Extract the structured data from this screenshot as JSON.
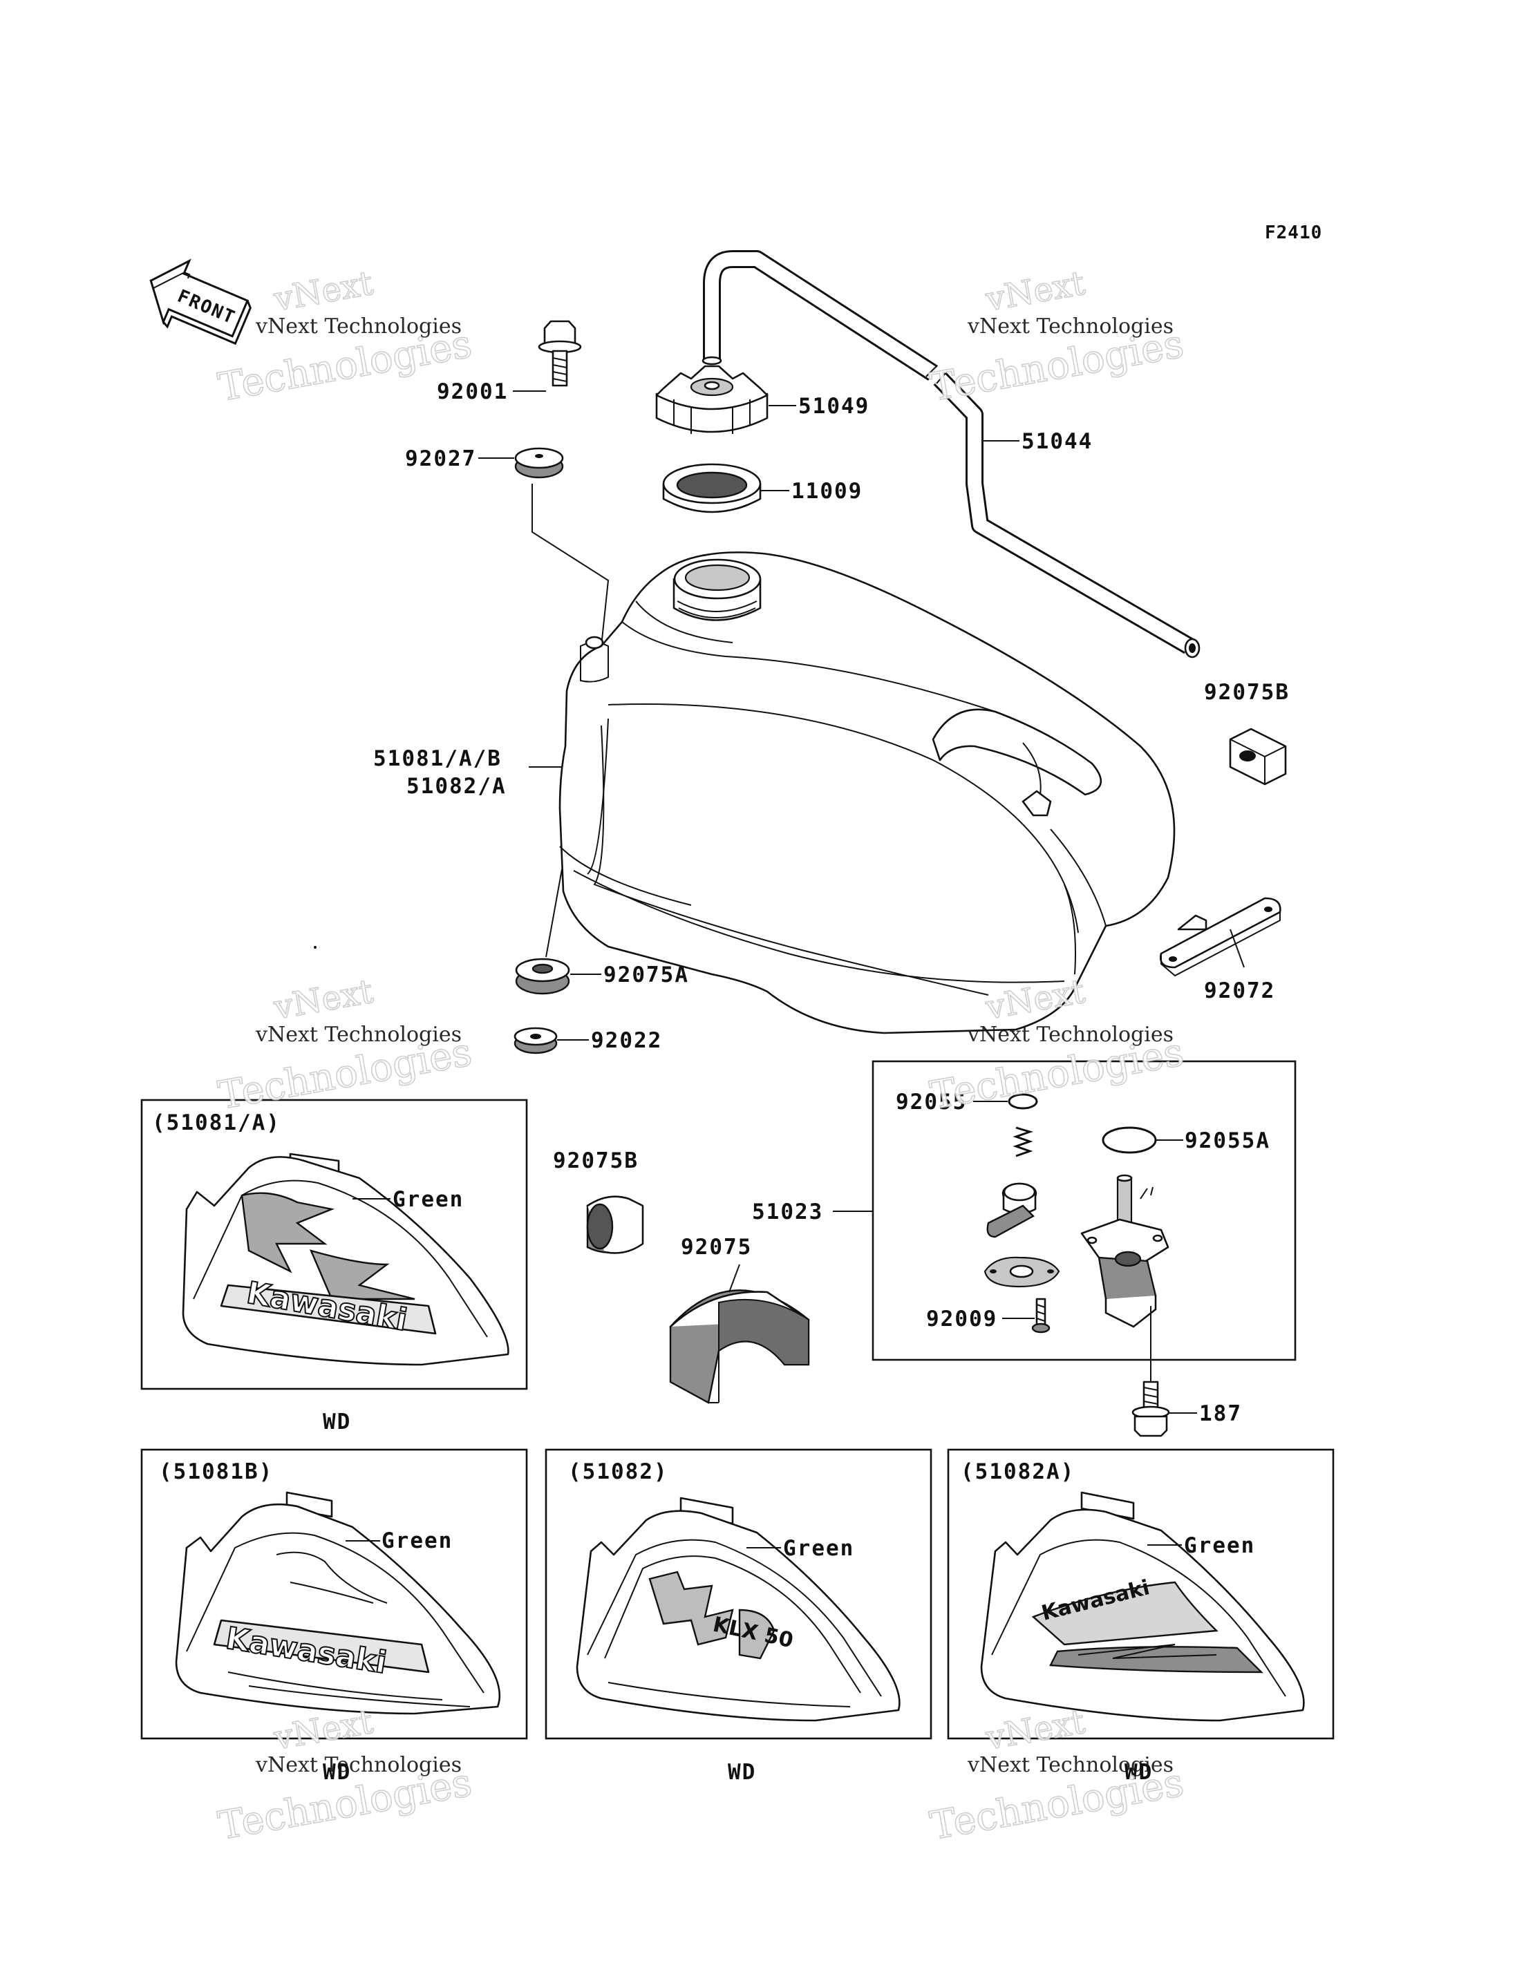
{
  "diagram_code": "F2410",
  "front_arrow": {
    "text": "FRONT",
    "icon": "front-direction-arrow-icon"
  },
  "watermarks": [
    {
      "line1": "vNext",
      "line2": "vNext Technologies",
      "line3": "Technologies"
    },
    {
      "line1": "vNext",
      "line2": "vNext Technologies",
      "line3": "Technologies"
    },
    {
      "line1": "vNext",
      "line2": "vNext Technologies",
      "line3": "Technologies"
    },
    {
      "line1": "vNext",
      "line2": "vNext Technologies",
      "line3": "Technologies"
    },
    {
      "line1": "vNext",
      "line2": "vNext Technologies",
      "line3": "Technologies"
    },
    {
      "line1": "vNext",
      "line2": "vNext Technologies",
      "line3": "Technologies"
    }
  ],
  "labels": {
    "p92001": "92001",
    "p51049": "51049",
    "p51044": "51044",
    "p92027": "92027",
    "p11009": "11009",
    "p92075B_top": "92075B",
    "p51081": "51081/A/B",
    "p51082": "51082/A",
    "p92075A": "92075A",
    "p92072": "92072",
    "p92022": "92022",
    "p92075B_mid": "92075B",
    "p92075": "92075",
    "p51023": "51023",
    "p92055": "92055",
    "p92055A": "92055A",
    "p92009": "92009",
    "p187": "187"
  },
  "variants": [
    {
      "code": "(51081/A)",
      "color": "Green",
      "logo": "Kawasaki",
      "note": "WD"
    },
    {
      "code": "(51081B)",
      "color": "Green",
      "logo": "Kawasaki",
      "note": "WD"
    },
    {
      "code": "(51082)",
      "color": "Green",
      "logo": "KLX 50",
      "note": "WD"
    },
    {
      "code": "(51082A)",
      "color": "Green",
      "logo": "Kawasaki",
      "note": "WD"
    }
  ]
}
